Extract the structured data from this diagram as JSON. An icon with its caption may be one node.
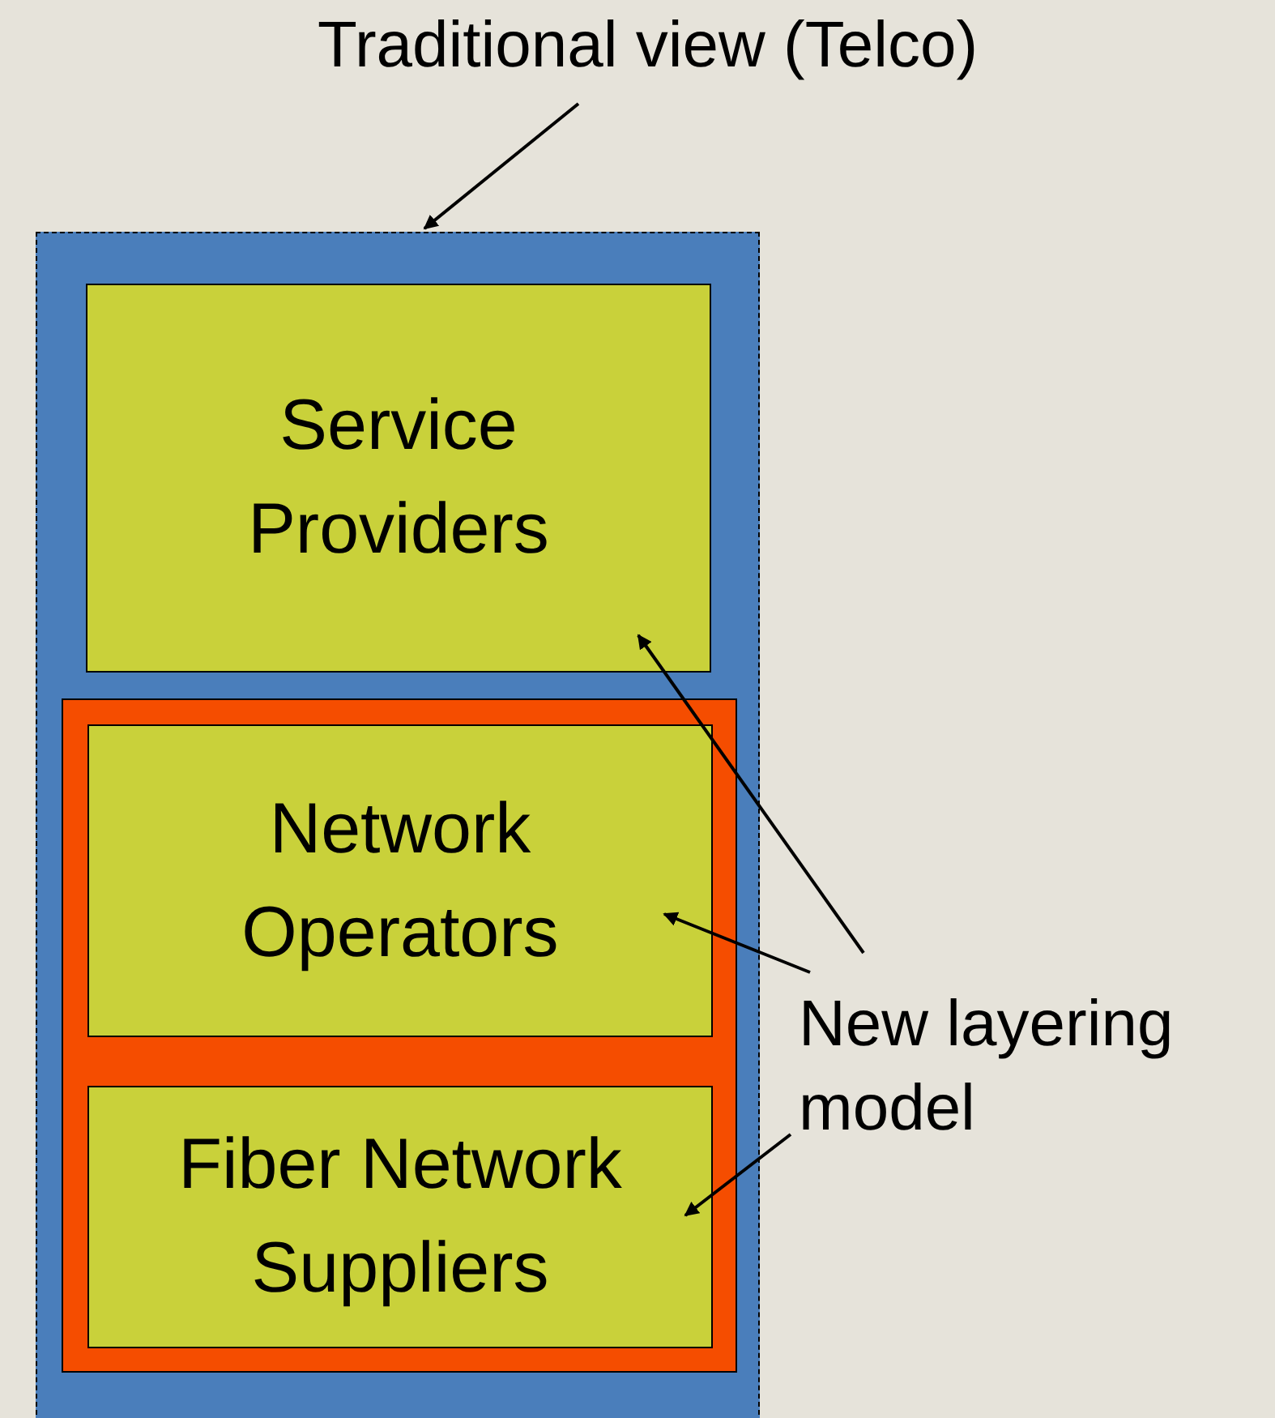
{
  "diagram": {
    "nodes": [
      {
        "text": [
          "Traditional view (Telco)"
        ]
      },
      {
        "text": [],
        "shape": "box"
      },
      {
        "text": [
          "Service Providers"
        ],
        "in": 1
      },
      {
        "text": [],
        "shape": "box",
        "in": 1
      },
      {
        "text": [
          "Network Operators"
        ],
        "in": 3
      },
      {
        "text": [
          "Fiber Network Suppliers"
        ],
        "in": 3
      },
      {
        "text": [
          "New layering model"
        ]
      }
    ],
    "edges": [
      {
        "from": 0,
        "to": 1,
        "arrow": "to"
      },
      {
        "from": 6,
        "to": 2,
        "arrow": "to"
      },
      {
        "from": 6,
        "to": 4,
        "arrow": "to"
      },
      {
        "from": 6,
        "to": 5,
        "arrow": "to"
      }
    ]
  }
}
